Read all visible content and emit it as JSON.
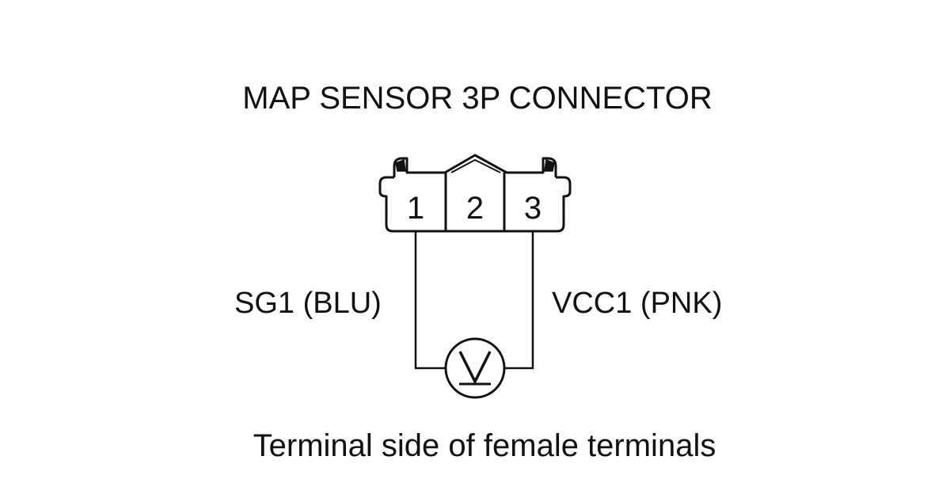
{
  "diagram": {
    "title": "MAP SENSOR 3P CONNECTOR",
    "connector": {
      "terminals": [
        "1",
        "2",
        "3"
      ]
    },
    "wires": {
      "left": "SG1 (BLU)",
      "right": "VCC1 (PNK)"
    },
    "meter_symbol": "voltmeter-icon",
    "caption": "Terminal side of female terminals",
    "line_color": "#111111",
    "background_color": "#ffffff"
  }
}
